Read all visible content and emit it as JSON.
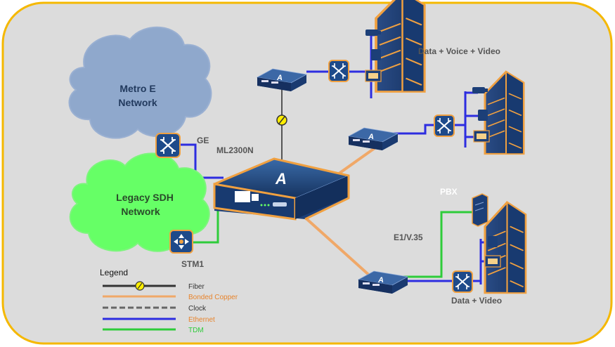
{
  "colors": {
    "panel_fill": "#dcdcdc",
    "panel_border": "#f5b800",
    "ethernet": "#2d2de0",
    "tdm": "#2ecc3a",
    "bonded_copper": "#f0a868",
    "fiber": "#555555",
    "device_blue": "#1c3f78",
    "building_orange": "#f0a040",
    "metro_cloud": "#8fa8cc",
    "sdh_cloud": "#66ff66"
  },
  "clouds": {
    "metro_line1": "Metro E",
    "metro_line2": "Network",
    "sdh_line1": "Legacy SDH",
    "sdh_line2": "Network"
  },
  "labels": {
    "ge": "GE",
    "stm1": "STM1",
    "main_device": "ML2300N",
    "pbx": "PBX",
    "e1": "E1/V.35",
    "site_top": "Data + Voice + Video",
    "site_bottom": "Data + Video"
  },
  "legend": {
    "title": "Legend",
    "items": [
      {
        "key": "fiber",
        "label": "Fiber",
        "color": "#333333"
      },
      {
        "key": "bonded",
        "label": "Bonded Copper",
        "color": "#e8842c"
      },
      {
        "key": "clock",
        "label": "Clock",
        "color": "#333333"
      },
      {
        "key": "ethernet",
        "label": "Ethernet",
        "color": "#e8842c"
      },
      {
        "key": "tdm",
        "label": "TDM",
        "color": "#2ecc3a"
      }
    ]
  },
  "icons": [
    "router-icon",
    "sdh-mux-icon",
    "pbx-server-icon",
    "camera-icon",
    "phone-icon",
    "computer-icon",
    "building-icon"
  ]
}
